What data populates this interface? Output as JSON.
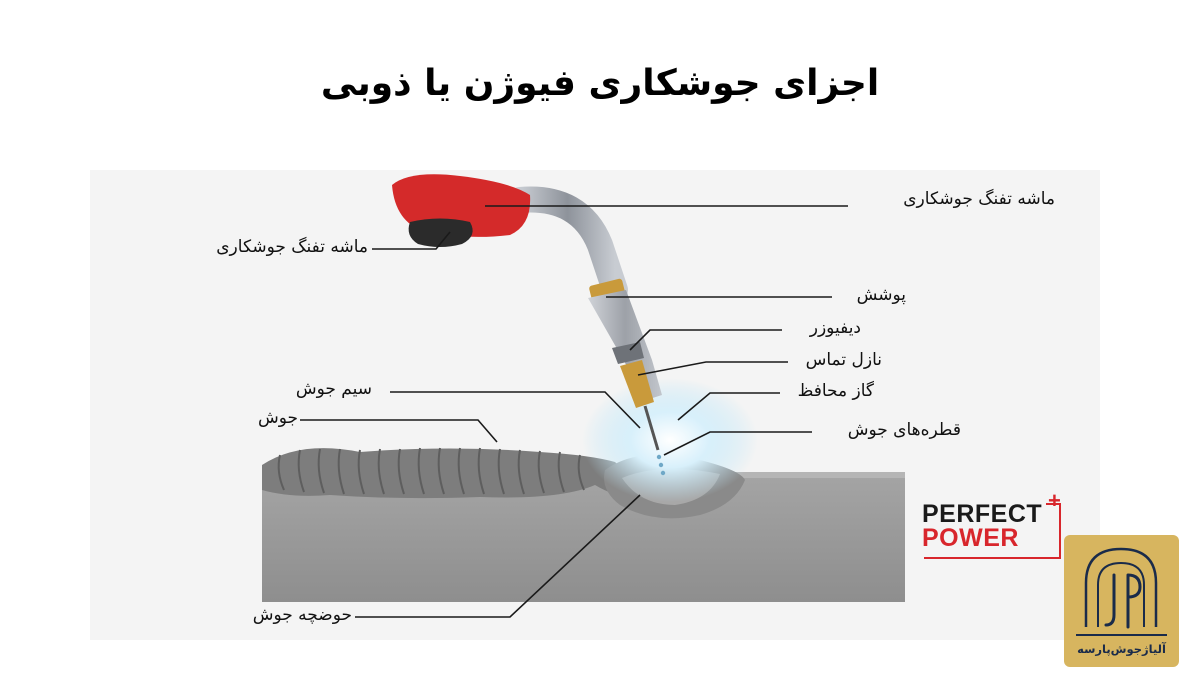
{
  "title": "اجزای جوشکاری فیوژن یا ذوبی",
  "labels": {
    "trigger_right": "ماشه تفنگ جوشکاری",
    "trigger_left": "ماشه تفنگ جوشکاری",
    "coating": "پوشش",
    "diffuser": "دیفیوزر",
    "contact_nozzle": "نازل تماس",
    "shielding_gas": "گاز محافظ",
    "weld_wire": "سیم جوش",
    "weld": "جوش",
    "weld_droplets": "قطره‌های جوش",
    "weld_pool": "حوضچه جوش"
  },
  "logos": {
    "perfect_power": {
      "line1": "PERFECT",
      "line2": "POWER",
      "plus": "+"
    },
    "aliaj": {
      "text": "آلیاژجوش‌پارسه"
    }
  },
  "colors": {
    "torch_handle": "#d42a2a",
    "trigger_grip": "#2b2b2b",
    "gooseneck": "#9a9ea6",
    "brass": "#c99a3b",
    "plate": "#9b9b9b",
    "bead": "#7b7b7b",
    "gas_glow": "#bfe6f7",
    "perfect_red": "#d8262c",
    "badge_gold": "#d7b55f",
    "badge_navy": "#1a2b4a"
  }
}
